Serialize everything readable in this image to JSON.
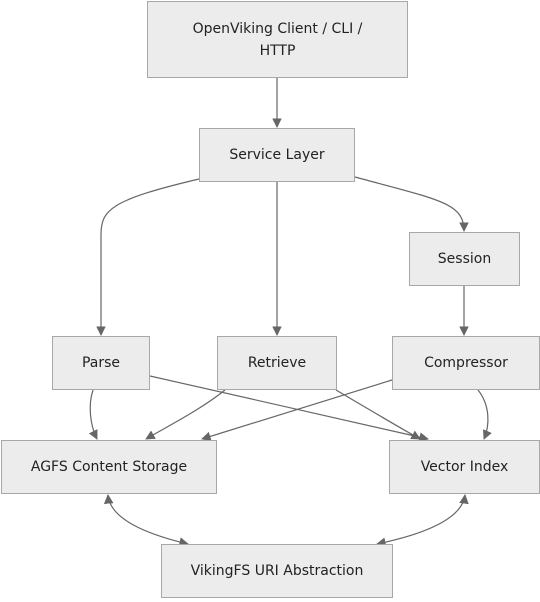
{
  "nodes": {
    "client": "OpenViking Client / CLI / HTTP",
    "service": "Service Layer",
    "session": "Session",
    "parse": "Parse",
    "retrieve": "Retrieve",
    "compressor": "Compressor",
    "agfs": "AGFS Content Storage",
    "vector": "Vector Index",
    "vikingfs": "VikingFS URI Abstraction"
  },
  "edges": [
    {
      "from": "client",
      "to": "service",
      "direction": "forward"
    },
    {
      "from": "service",
      "to": "parse",
      "direction": "forward"
    },
    {
      "from": "service",
      "to": "retrieve",
      "direction": "forward"
    },
    {
      "from": "service",
      "to": "session",
      "direction": "forward"
    },
    {
      "from": "session",
      "to": "compressor",
      "direction": "forward"
    },
    {
      "from": "parse",
      "to": "agfs",
      "direction": "forward"
    },
    {
      "from": "parse",
      "to": "vector",
      "direction": "forward"
    },
    {
      "from": "retrieve",
      "to": "agfs",
      "direction": "forward"
    },
    {
      "from": "retrieve",
      "to": "vector",
      "direction": "forward"
    },
    {
      "from": "compressor",
      "to": "agfs",
      "direction": "forward"
    },
    {
      "from": "compressor",
      "to": "vector",
      "direction": "forward"
    },
    {
      "from": "agfs",
      "to": "vikingfs",
      "direction": "both"
    },
    {
      "from": "vector",
      "to": "vikingfs",
      "direction": "both"
    }
  ],
  "colors": {
    "node_fill": "#ececec",
    "node_border": "#a8a8a8",
    "edge": "#666666"
  }
}
